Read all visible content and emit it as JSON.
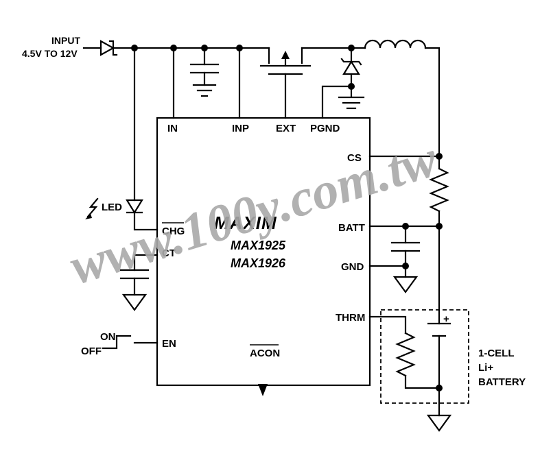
{
  "input": {
    "label": "INPUT",
    "range": "4.5V TO 12V"
  },
  "ic": {
    "logo": "MAXIM",
    "part_numbers": [
      "MAX1925",
      "MAX1926"
    ],
    "pins": {
      "in": "IN",
      "inp": "INP",
      "ext": "EXT",
      "pgnd": "PGND",
      "cs": "CS",
      "batt": "BATT",
      "gnd": "GND",
      "thrm": "THRM",
      "chg": "CHG",
      "ct": "CT",
      "en": "EN",
      "acon": "ACON"
    }
  },
  "led": {
    "label": "LED"
  },
  "switch": {
    "on": "ON",
    "off": "OFF"
  },
  "battery": {
    "lines": [
      "1-CELL",
      "Li+",
      "BATTERY"
    ],
    "polarity": "+"
  },
  "watermark": "www.100y.com.tw"
}
